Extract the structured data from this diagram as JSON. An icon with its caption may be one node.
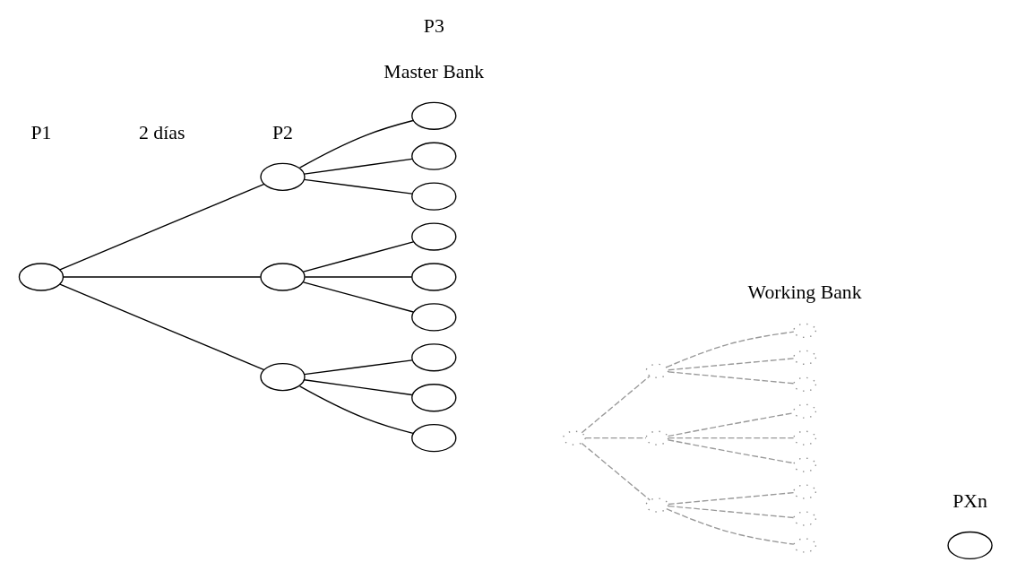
{
  "diagram": {
    "nodes": [
      {
        "text": [],
        "shape": "circle"
      },
      {
        "text": [],
        "shape": "circle"
      },
      {
        "text": [],
        "shape": "circle"
      },
      {
        "text": [],
        "shape": "circle"
      },
      {
        "text": [],
        "shape": "circle"
      },
      {
        "text": [],
        "shape": "circle"
      },
      {
        "text": [],
        "shape": "circle"
      },
      {
        "text": [],
        "shape": "circle"
      },
      {
        "text": [],
        "shape": "circle"
      },
      {
        "text": [],
        "shape": "circle"
      },
      {
        "text": [],
        "shape": "circle"
      },
      {
        "text": [],
        "shape": "circle"
      },
      {
        "text": [],
        "shape": "circle"
      },
      {
        "text": [],
        "shape": "circle"
      },
      {
        "text": [],
        "shape": "circle"
      },
      {
        "text": [],
        "shape": "circle"
      },
      {
        "text": [],
        "shape": "circle"
      },
      {
        "text": [],
        "shape": "circle"
      },
      {
        "text": [],
        "shape": "circle"
      },
      {
        "text": [],
        "shape": "circle"
      },
      {
        "text": [],
        "shape": "circle"
      },
      {
        "text": [],
        "shape": "circle"
      },
      {
        "text": [],
        "shape": "circle"
      },
      {
        "text": [],
        "shape": "circle"
      },
      {
        "text": [],
        "shape": "circle"
      },
      {
        "text": [],
        "shape": "circle"
      },
      {
        "text": [],
        "shape": "circle"
      }
    ],
    "edges": [
      {
        "from": 0,
        "to": 1,
        "arrow": "none"
      },
      {
        "from": 0,
        "to": 2,
        "arrow": "none"
      },
      {
        "from": 0,
        "to": 3,
        "arrow": "none"
      },
      {
        "from": 1,
        "to": 4,
        "arrow": "none"
      },
      {
        "from": 1,
        "to": 5,
        "arrow": "none"
      },
      {
        "from": 1,
        "to": 6,
        "arrow": "none"
      },
      {
        "from": 2,
        "to": 7,
        "arrow": "none"
      },
      {
        "from": 2,
        "to": 8,
        "arrow": "none"
      },
      {
        "from": 2,
        "to": 9,
        "arrow": "none"
      },
      {
        "from": 3,
        "to": 10,
        "arrow": "none"
      },
      {
        "from": 3,
        "to": 11,
        "arrow": "none"
      },
      {
        "from": 3,
        "to": 12,
        "arrow": "none"
      },
      {
        "from": 13,
        "to": 14,
        "arrow": "none",
        "style": "dashed",
        "color": "#999999"
      },
      {
        "from": 13,
        "to": 15,
        "arrow": "none",
        "style": "dashed",
        "color": "#999999"
      },
      {
        "from": 13,
        "to": 16,
        "arrow": "none",
        "style": "dashed",
        "color": "#999999"
      },
      {
        "from": 14,
        "to": 17,
        "arrow": "none",
        "style": "dashed",
        "color": "#999999"
      },
      {
        "from": 14,
        "to": 18,
        "arrow": "none",
        "style": "dashed",
        "color": "#999999"
      },
      {
        "from": 14,
        "to": 19,
        "arrow": "none",
        "style": "dashed",
        "color": "#999999"
      },
      {
        "from": 15,
        "to": 20,
        "arrow": "none",
        "style": "dashed",
        "color": "#999999"
      },
      {
        "from": 15,
        "to": 21,
        "arrow": "none",
        "style": "dashed",
        "color": "#999999"
      },
      {
        "from": 15,
        "to": 22,
        "arrow": "none",
        "style": "dashed",
        "color": "#999999"
      },
      {
        "from": 16,
        "to": 23,
        "arrow": "none",
        "style": "dashed",
        "color": "#999999"
      },
      {
        "from": 16,
        "to": 24,
        "arrow": "none",
        "style": "dashed",
        "color": "#999999"
      },
      {
        "from": 16,
        "to": 25,
        "arrow": "none",
        "style": "dashed",
        "color": "#999999"
      }
    ],
    "labels": [
      "Master Bank",
      "Working Bank",
      "P1",
      "P2",
      "P3",
      "PXn",
      "2 días"
    ]
  }
}
